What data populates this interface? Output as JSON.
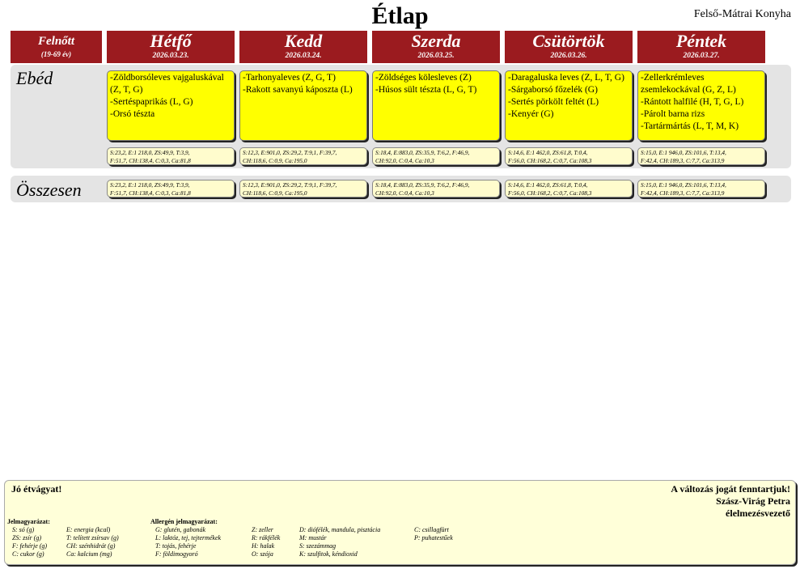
{
  "title": "Étlap",
  "kitchen": "Felső-Mátrai Konyha",
  "header_first": {
    "name": "Felnőtt",
    "sub": "(19-69 év)"
  },
  "days": [
    {
      "name": "Hétfő",
      "date": "2026.03.23."
    },
    {
      "name": "Kedd",
      "date": "2026.03.24."
    },
    {
      "name": "Szerda",
      "date": "2026.03.25."
    },
    {
      "name": "Csütörtök",
      "date": "2026.03.26."
    },
    {
      "name": "Péntek",
      "date": "2026.03.27."
    }
  ],
  "lunch_label": "Ebéd",
  "total_label": "Összesen",
  "menus": [
    [
      "-Zöldborsóleves vajgaluskával (Z, T, G)",
      "-Sertéspaprikás (L, G)",
      "-Orsó tészta"
    ],
    [
      "-Tarhonyaleves (Z, G, T)",
      "-Rakott savanyú káposzta (L)"
    ],
    [
      "-Zöldséges kölesleves (Z)",
      "-Húsos sült tészta (L, G, T)"
    ],
    [
      "-Daragaluska leves (Z, L, T, G)",
      "-Sárgaborsó főzelék  (G)",
      "-Sertés pörkölt feltét (L)",
      "-Kenyér (G)"
    ],
    [
      "-Zellerkrémleves zsemlekockával (G, Z, L)",
      "-Rántott halfilé  (H, T, G, L)",
      "-Párolt barna rizs",
      "-Tartármártás (L, T, M, K)"
    ]
  ],
  "nutrition": [
    [
      "S:23,2, E:1 218,0, ZS:49,9, T:3,9,",
      "F:51,7, CH:138,4, C:0,3, Ca:81,8"
    ],
    [
      "S:12,3, E:901,0, ZS:29,2, T:9,1, F:39,7,",
      "CH:118,6, C:0,9, Ca:195,0"
    ],
    [
      "S:18,4, E:883,0, ZS:35,9, T:6,2, F:46,9,",
      "CH:92,0, C:0,4, Ca:10,3"
    ],
    [
      "S:14,6, E:1 462,0, ZS:61,8, T:0,4,",
      "F:56,0, CH:168,2, C:0,7, Ca:108,3"
    ],
    [
      "S:15,0, E:1 946,0, ZS:101,6, T:13,4,",
      "F:42,4, CH:189,3, C:7,7, Ca:313,9"
    ]
  ],
  "footer": {
    "bon_appetit": "Jó étvágyat!",
    "reserve": "A változás jogát fenntartjuk!",
    "name": "Szász-Virág Petra",
    "role": "élelmezésvezető",
    "legend_title": "Jelmagyarázat:",
    "legend_col1": [
      "S: só (g)",
      "ZS: zsír (g)",
      "F: fehérje (g)",
      "C: cukor (g)"
    ],
    "legend_col2": [
      "E: energia (kcal)",
      "T: telített zsírsav (g)",
      "CH: szénhidrát (g)",
      "Ca: kalcium (mg)"
    ],
    "allergen_title": "Allergén jelmagyarázat:",
    "allergen_col1": [
      "G: glutén, gabonák",
      "L: laktóz, tej, tejtermékek",
      "T: tojás, fehérje",
      "F: földimogyoró"
    ],
    "allergen_col2": [
      "Z: zeller",
      "R: rákfélék",
      "H: halak",
      "O: szója"
    ],
    "allergen_col3": [
      "D: diófélék, mandula, pisztácia",
      "M: mustár",
      "S: szezámmag",
      "K: szulfitok, kéndioxid"
    ],
    "allergen_col4": [
      "C: csillagfürt",
      "P: puhatestűek"
    ]
  }
}
